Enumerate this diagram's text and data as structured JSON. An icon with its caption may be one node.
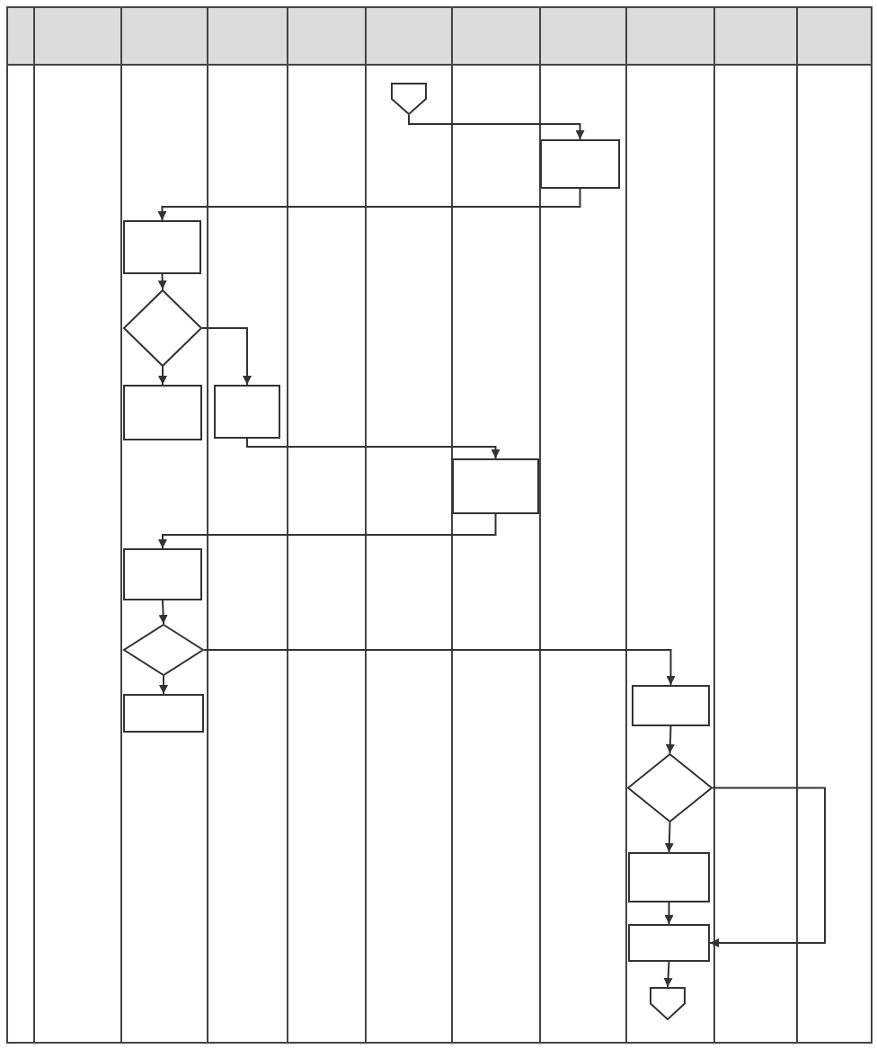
{
  "diagram": {
    "nodes": [
      {
        "text": [],
        "shape": "connector"
      },
      {
        "text": [],
        "shape": "box"
      },
      {
        "text": [],
        "shape": "box"
      },
      {
        "text": [],
        "shape": "diamond"
      },
      {
        "text": [],
        "shape": "box"
      },
      {
        "text": [],
        "shape": "box"
      },
      {
        "text": [],
        "shape": "box"
      },
      {
        "text": [],
        "shape": "box"
      },
      {
        "text": [],
        "shape": "diamond"
      },
      {
        "text": [],
        "shape": "box"
      },
      {
        "text": [],
        "shape": "box"
      },
      {
        "text": [],
        "shape": "diamond"
      },
      {
        "text": [],
        "shape": "box"
      },
      {
        "text": [],
        "shape": "box"
      },
      {
        "text": [],
        "shape": "connector"
      }
    ],
    "edges": [
      {
        "from": 0,
        "to": 1,
        "arrow": "to"
      },
      {
        "from": 1,
        "to": 2,
        "arrow": "to"
      },
      {
        "from": 2,
        "to": 3,
        "arrow": "to"
      },
      {
        "from": 3,
        "to": 4,
        "arrow": "to"
      },
      {
        "from": 3,
        "to": 5,
        "arrow": "to"
      },
      {
        "from": 5,
        "to": 6,
        "arrow": "to"
      },
      {
        "from": 6,
        "to": 7,
        "arrow": "to"
      },
      {
        "from": 7,
        "to": 8,
        "arrow": "to"
      },
      {
        "from": 8,
        "to": 9,
        "arrow": "to"
      },
      {
        "from": 8,
        "to": 10,
        "arrow": "to"
      },
      {
        "from": 10,
        "to": 11,
        "arrow": "to"
      },
      {
        "from": 11,
        "to": 12,
        "arrow": "to"
      },
      {
        "from": 12,
        "to": 13,
        "arrow": "to"
      },
      {
        "from": 11,
        "to": 13,
        "arrow": "to"
      },
      {
        "from": 13,
        "to": 14,
        "arrow": "to"
      }
    ]
  }
}
